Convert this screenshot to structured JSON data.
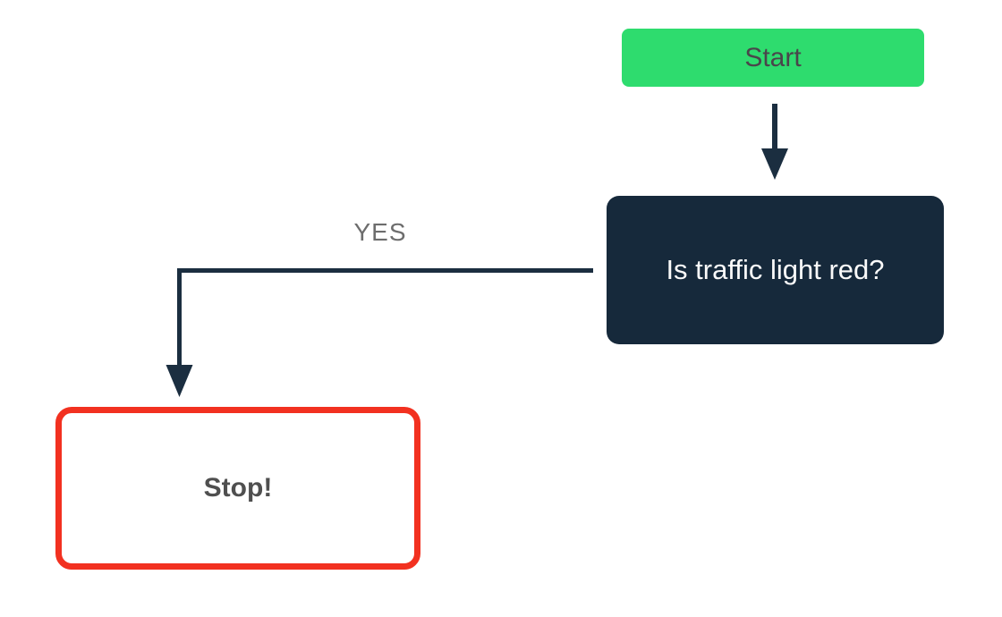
{
  "diagram": {
    "type": "flowchart",
    "background": "#ffffff",
    "connector_color": "#1b2e40",
    "nodes": {
      "start": {
        "label": "Start",
        "shape": "rounded-rect",
        "fill": "#2edc6e",
        "text_color": "#4a454b"
      },
      "decision": {
        "label": "Is traffic light red?",
        "shape": "rounded-rect",
        "fill": "#16293b",
        "text_color": "#fafafa"
      },
      "stop": {
        "label": "Stop!",
        "shape": "rounded-rect",
        "fill": "#ffffff",
        "border_color": "#f23120",
        "text_color": "#4f4f4f"
      }
    },
    "edges": {
      "start_to_decision": {
        "from": "start",
        "to": "decision",
        "label": "",
        "style": "straight-down-arrow"
      },
      "decision_to_stop": {
        "from": "decision",
        "to": "stop",
        "label": "YES",
        "style": "elbow-left-then-down-arrow"
      }
    }
  }
}
